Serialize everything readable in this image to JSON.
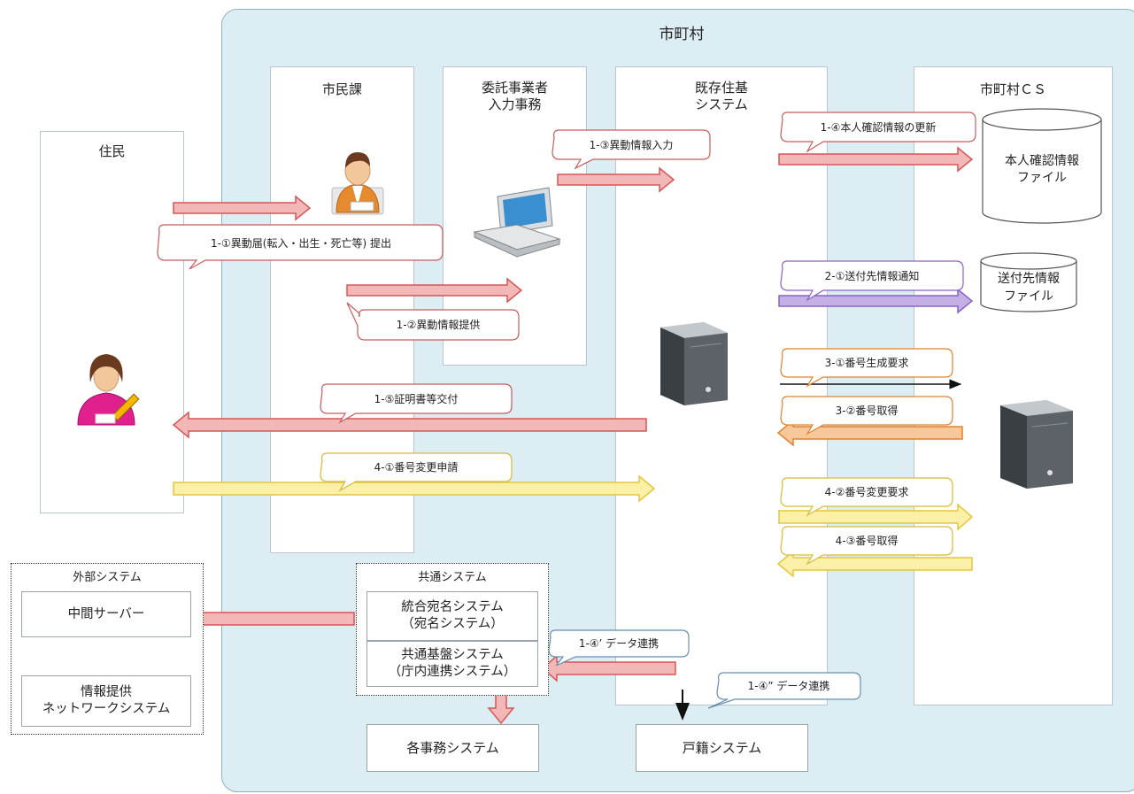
{
  "region": {
    "label": "市町村"
  },
  "lanes": {
    "resident": "住民",
    "citizen_div": "市民課",
    "contractor_line1": "委託事業者",
    "contractor_line2": "入力事務",
    "kizon_line1": "既存住基",
    "kizon_line2": "システム",
    "cs": "市町村ＣＳ"
  },
  "files": {
    "identity_line1": "本人確認情報",
    "identity_line2": "ファイル",
    "dest_line1": "送付先情報",
    "dest_line2": "ファイル"
  },
  "steps": {
    "s1_1": "1-①異動届(転入・出生・死亡等) 提出",
    "s1_2": "1-②異動情報提供",
    "s1_3": "1-③異動情報入力",
    "s1_4": "1-④本人確認情報の更新",
    "s1_5": "1-⑤証明書等交付",
    "s2_1": "2-①送付先情報通知",
    "s3_1": "3-①番号生成要求",
    "s3_2": "3-②番号取得",
    "s4_1": "4-①番号変更申請",
    "s4_2": "4-②番号変更要求",
    "s4_3": "4-③番号取得",
    "s1_4p": "1-④’ データ連携",
    "s1_4pp": "1-④” データ連携"
  },
  "external": {
    "title": "外部システム",
    "middle_server": "中間サーバー",
    "info_line1": "情報提供",
    "info_line2": "ネットワークシステム"
  },
  "common": {
    "title": "共通システム",
    "togo_line1": "統合宛名システム",
    "togo_line2": "（宛名システム）",
    "kiban_line1": "共通基盤システム",
    "kiban_line2": "（庁内連携システム）"
  },
  "bottom": {
    "each_office": "各事務システム",
    "koseki": "戸籍システム"
  },
  "colors": {
    "red_arrow": "#f2b8b8",
    "red_arrow_stroke": "#d65656",
    "purple_arrow": "#c5b0e6",
    "purple_arrow_stroke": "#8a62c4",
    "orange_arrow": "#f8c79a",
    "orange_arrow_stroke": "#e0822f",
    "yellow_arrow": "#fbf0a8",
    "yellow_arrow_stroke": "#e3c63a",
    "region_fill": "#dcedf4"
  },
  "icons": [
    "staff-person-icon",
    "computer-terminal-icon",
    "resident-person-icon",
    "server-tower-icon"
  ]
}
